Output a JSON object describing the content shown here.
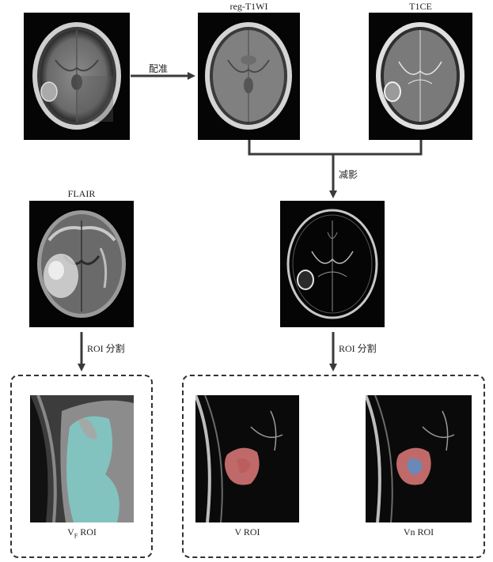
{
  "labels": {
    "reg_t1wi": "reg-T1WI",
    "t1ce": "T1CE",
    "flair": "FLAIR",
    "registration": "配准",
    "subtraction": "减影",
    "roi_seg_left": "ROI 分割",
    "roi_seg_right": "ROI 分割",
    "vf_roi_main": "V",
    "vf_roi_sub": "F",
    "vf_roi_suffix": " ROI",
    "v_roi": "V ROI",
    "vn_roi": "Vn ROI"
  },
  "colors": {
    "arrow": "#3a3a3a",
    "dash": "#333333",
    "roi_pink": "#e07a7a",
    "roi_cyan": "#7fd6d0",
    "roi_blue": "#5a8fc8"
  }
}
